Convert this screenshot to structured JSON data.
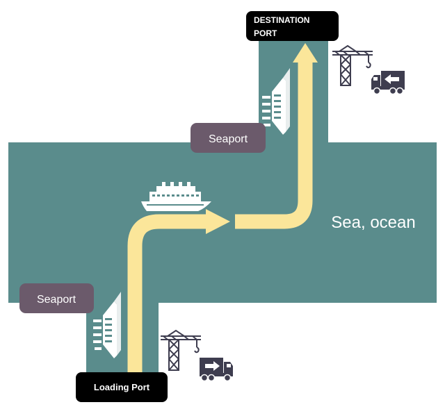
{
  "labels": {
    "destination_line1": "DESTINATION",
    "destination_line2": "PORT",
    "loading_port": "Loading Port",
    "seaport_top": "Seaport",
    "seaport_bottom": "Seaport",
    "sea": "Sea, ocean"
  },
  "colors": {
    "water": "#5a8c8c",
    "route": "#fbe69a",
    "seaport_box": "#6b5a6b",
    "port_box": "#000000",
    "icon_dark": "#3e3d4f",
    "building_white": "#ffffff"
  },
  "icons": {
    "ship": "cruise-ship-icon",
    "crane": "port-crane-icon",
    "truck": "cargo-truck-icon",
    "building": "port-building-icon"
  }
}
